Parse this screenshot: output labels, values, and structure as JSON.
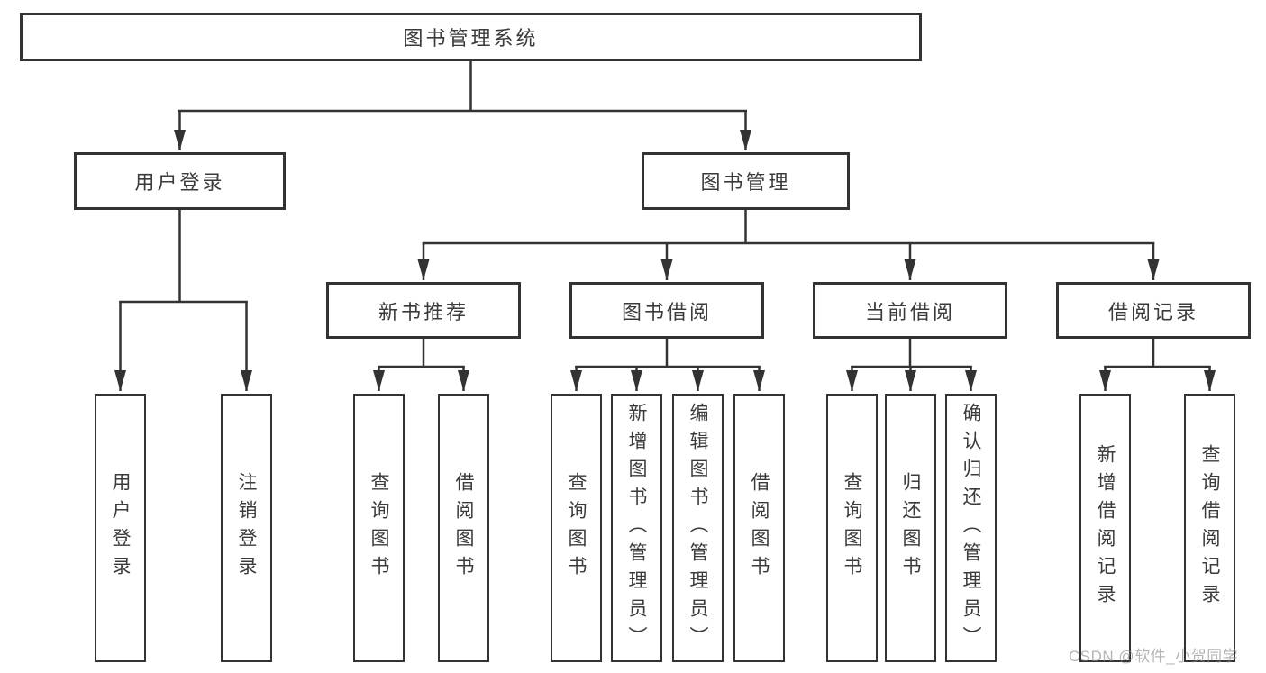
{
  "diagram_title": "图书管理系统",
  "tree": {
    "label": "图书管理系统",
    "children": [
      {
        "label": "用户登录",
        "children": [
          {
            "label": "用户登录"
          },
          {
            "label": "注销登录"
          }
        ]
      },
      {
        "label": "图书管理",
        "children": [
          {
            "label": "新书推荐",
            "children": [
              {
                "label": "查询图书"
              },
              {
                "label": "借阅图书"
              }
            ]
          },
          {
            "label": "图书借阅",
            "children": [
              {
                "label": "查询图书"
              },
              {
                "label": "新增图书（管理员）"
              },
              {
                "label": "编辑图书（管理员）"
              },
              {
                "label": "借阅图书"
              }
            ]
          },
          {
            "label": "当前借阅",
            "children": [
              {
                "label": "查询图书"
              },
              {
                "label": "归还图书"
              },
              {
                "label": "确认归还（管理员）"
              }
            ]
          },
          {
            "label": "借阅记录",
            "children": [
              {
                "label": "新增借阅记录"
              },
              {
                "label": "查询借阅记录"
              }
            ]
          }
        ]
      }
    ]
  },
  "watermark": {
    "text": "CSDN @软件_小贺同学"
  },
  "colors": {
    "background": "#ffffff",
    "box_border": "#333333",
    "connector_line": "#333333",
    "text": "#3b3b3b",
    "watermark_text": "#8c8c8c"
  }
}
